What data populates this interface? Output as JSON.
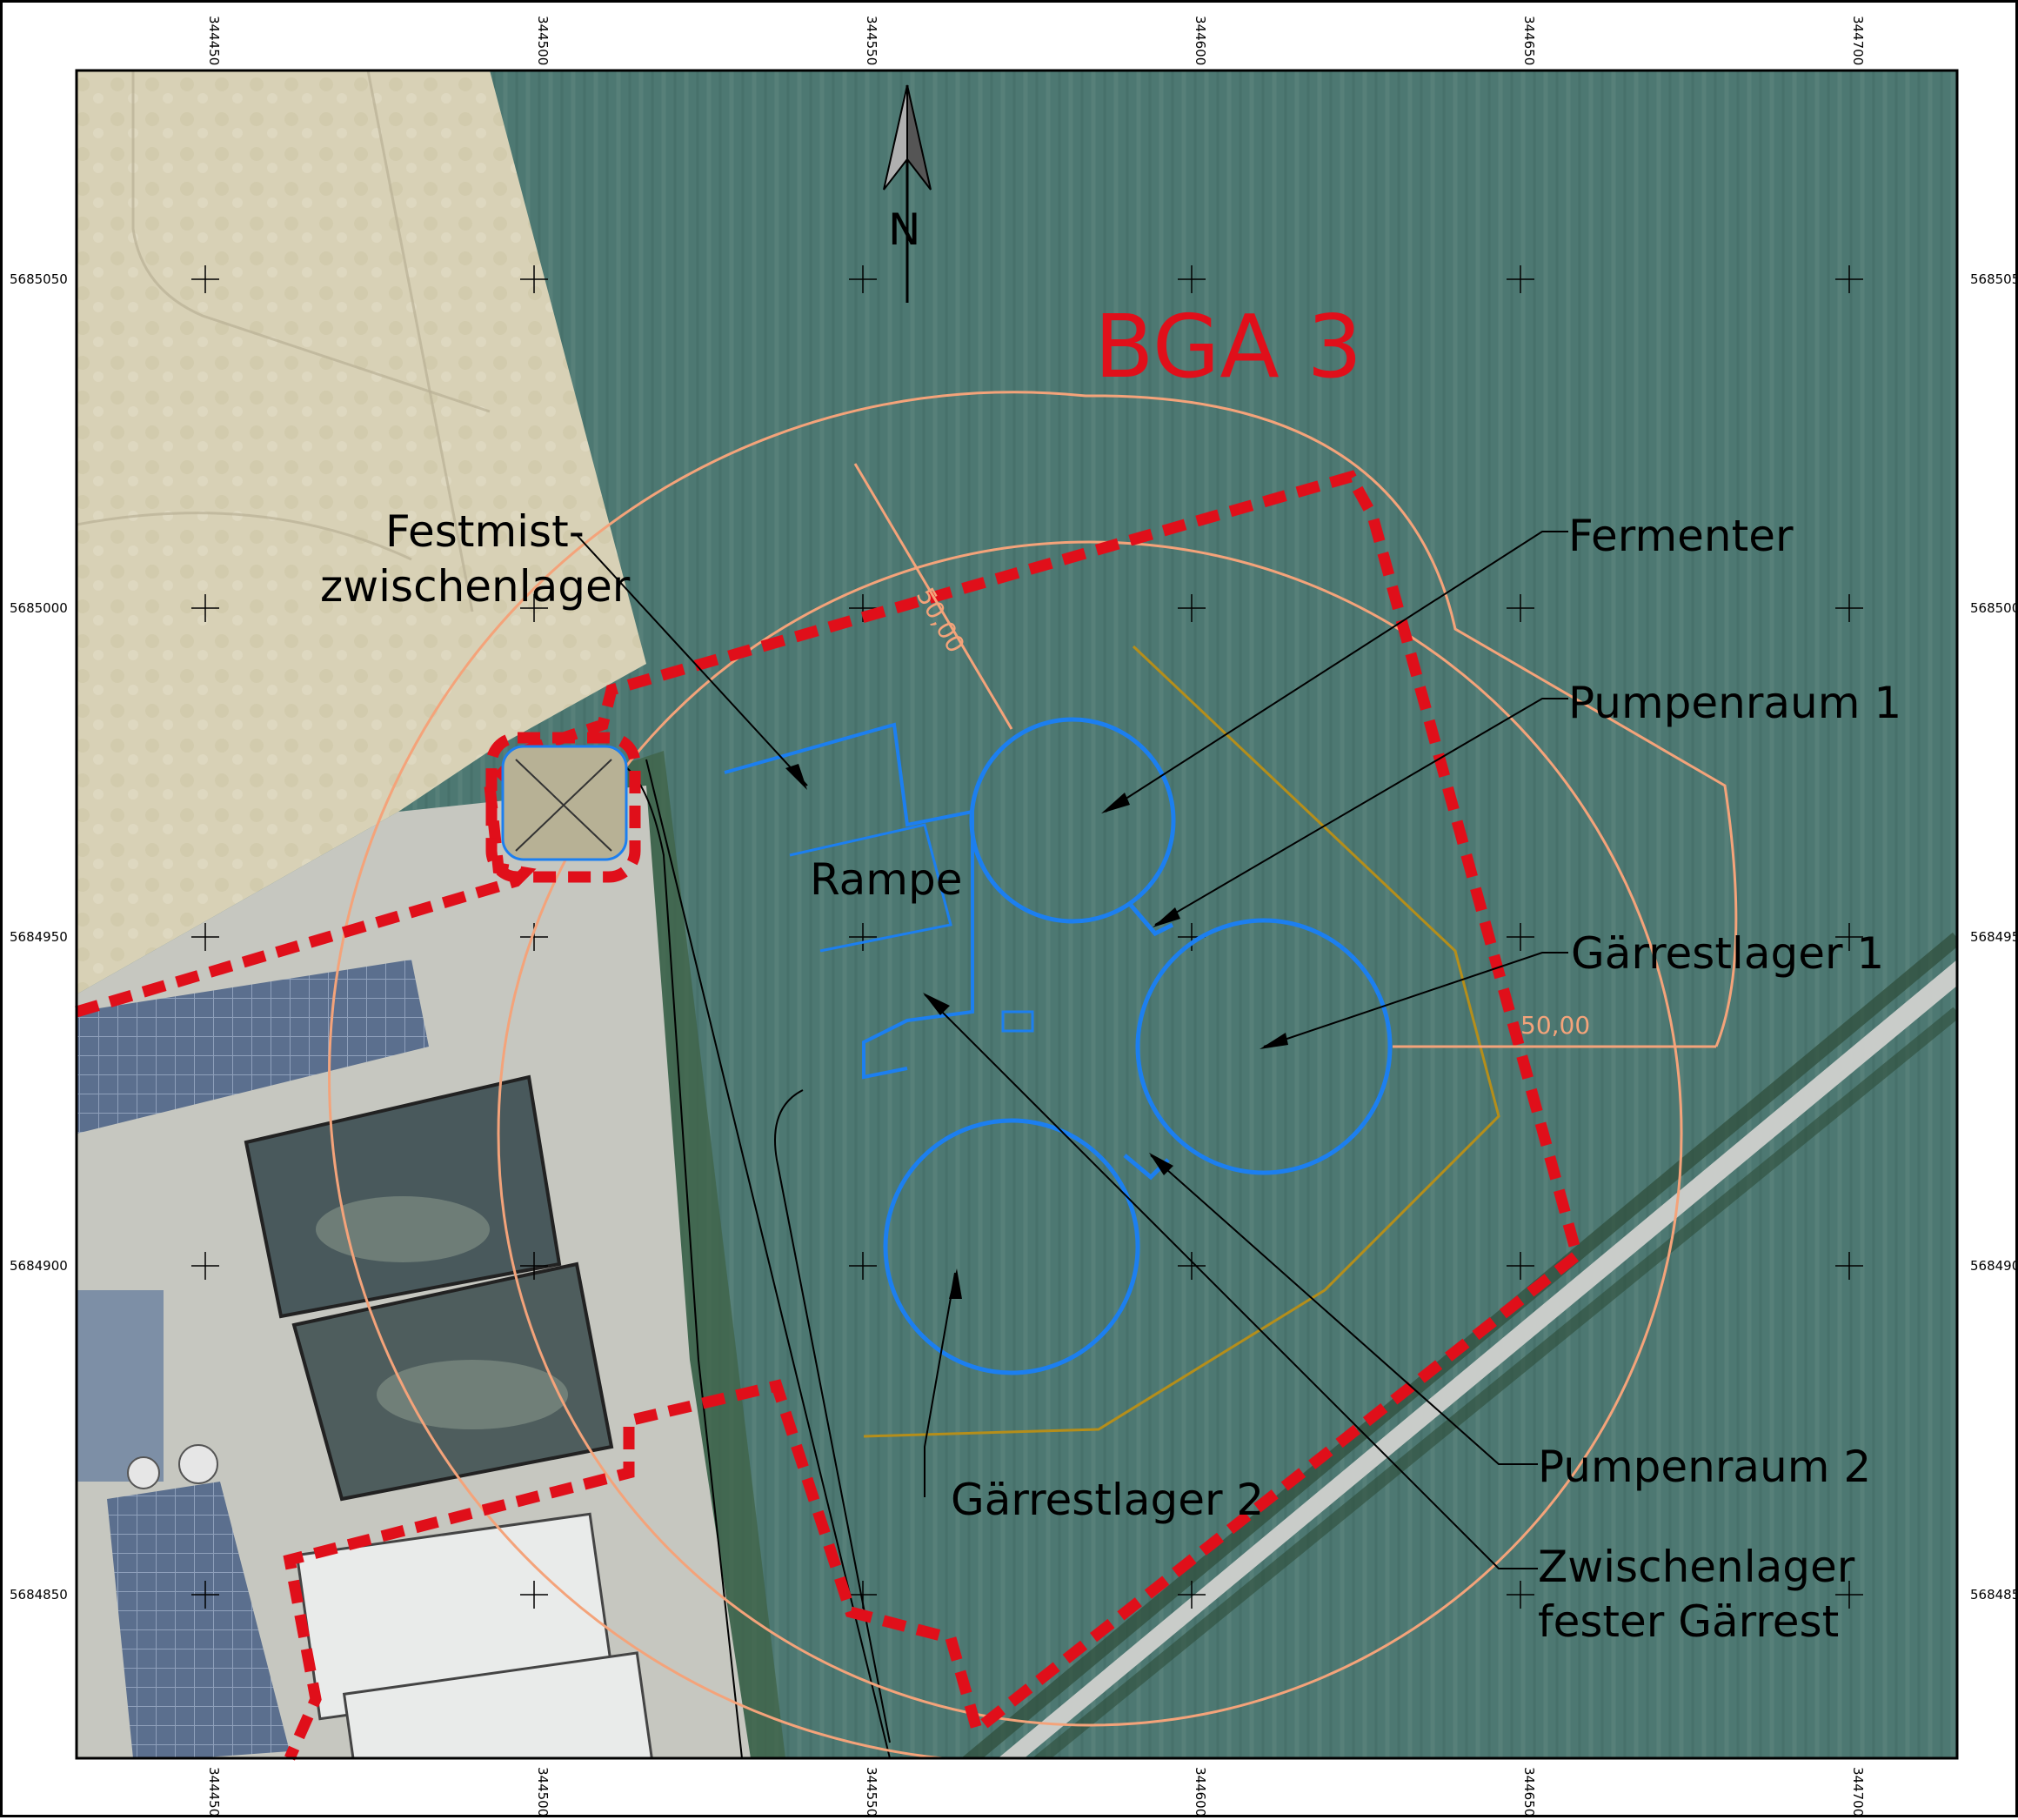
{
  "title": "BGA 3",
  "north_arrow": {
    "label": "N"
  },
  "grid": {
    "x_labels": [
      "344450",
      "344500",
      "344550",
      "344600",
      "344650",
      "344700"
    ],
    "y_labels": [
      "5685050",
      "5685000",
      "5684950",
      "5684900",
      "5684850"
    ]
  },
  "labels": {
    "festmist_line1": "Festmist-",
    "festmist_line2": "zwischenlager",
    "fermenter": "Fermenter",
    "pumpenraum1": "Pumpenraum 1",
    "rampe": "Rampe",
    "gaerrestlager1": "Gärrestlager 1",
    "gaerrestlager2": "Gärrestlager 2",
    "pumpenraum2": "Pumpenraum 2",
    "zwischenlager_line1": "Zwischenlager",
    "zwischenlager_line2": "fester Gärrest"
  },
  "dimensions": {
    "radius_top": "50,00",
    "radius_right": "50,00"
  },
  "colors": {
    "field_dark": "#4d7872",
    "field_light": "#d8d1b6",
    "boundary_red": "#e00f1a",
    "tanks_blue": "#1c7ff0",
    "radius_orange": "#f4a37a",
    "road": "#c9ccc9",
    "building_grey": "#c7c9c7",
    "solar_blue": "#5b6f8e",
    "pipe_ochre": "#b58e1a"
  }
}
